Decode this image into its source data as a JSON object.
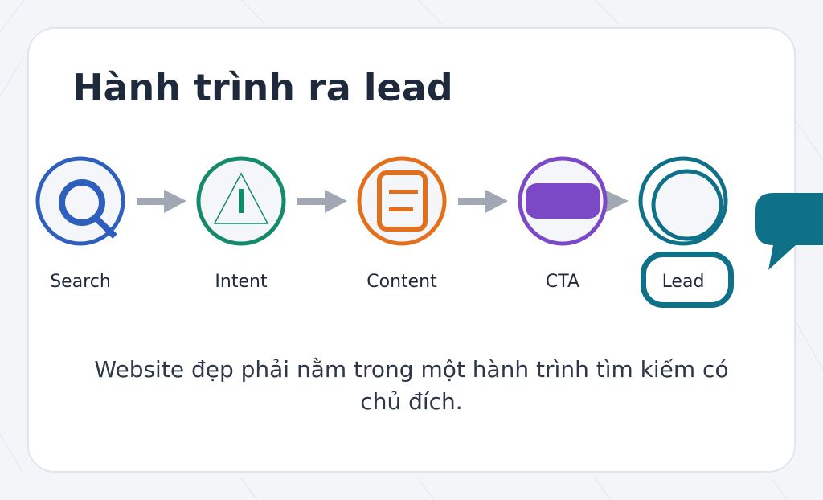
{
  "title": "Hành trình ra lead",
  "steps": [
    {
      "label": "Search",
      "icon": "search-icon",
      "color": "#2f5fbd"
    },
    {
      "label": "Intent",
      "icon": "warning-triangle-icon",
      "color": "#148a6a"
    },
    {
      "label": "Content",
      "icon": "document-icon",
      "color": "#e26f1c"
    },
    {
      "label": "CTA",
      "icon": "button-pill-icon",
      "color": "#7b48c6"
    },
    {
      "label": "Lead",
      "icon": "circle-icon",
      "color": "#0f7187"
    }
  ],
  "arrow_color": "#a2a8b3",
  "speech_bubble": {
    "icon": "speech-bubble-icon",
    "color": "#0f7187"
  },
  "caption": "Website đẹp phải nằm trong một hành trình tìm kiếm có chủ đích."
}
